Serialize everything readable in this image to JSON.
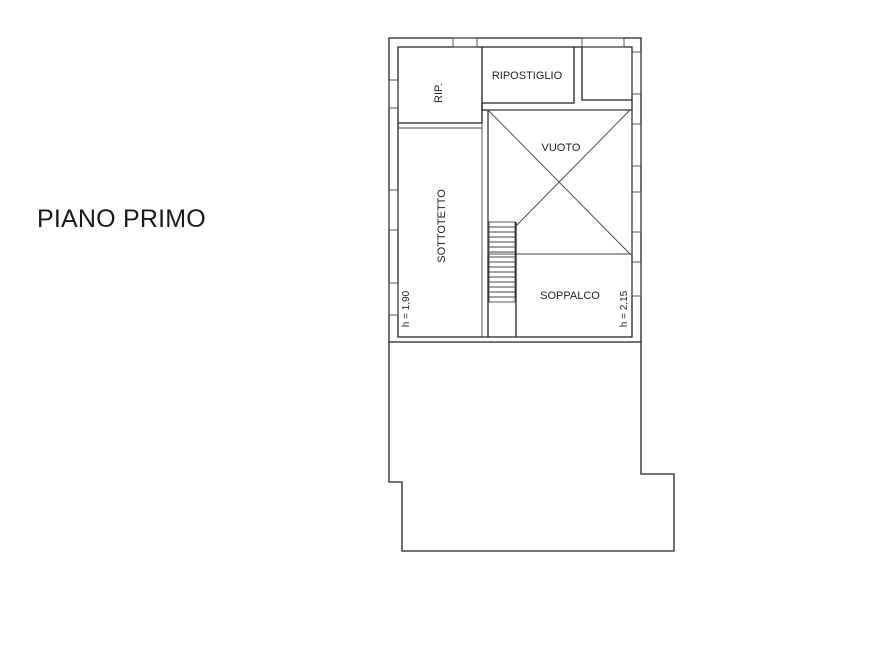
{
  "title": "PIANO PRIMO",
  "rooms": {
    "rip": "RIP.",
    "ripostiglio": "RIPOSTIGLIO",
    "vuoto": "VUOTO",
    "sottotetto": "SOTTOTETTO",
    "soppalco": "SOPPALCO"
  },
  "heights": {
    "left": "h = 1,90",
    "right": "h = 2,15"
  }
}
